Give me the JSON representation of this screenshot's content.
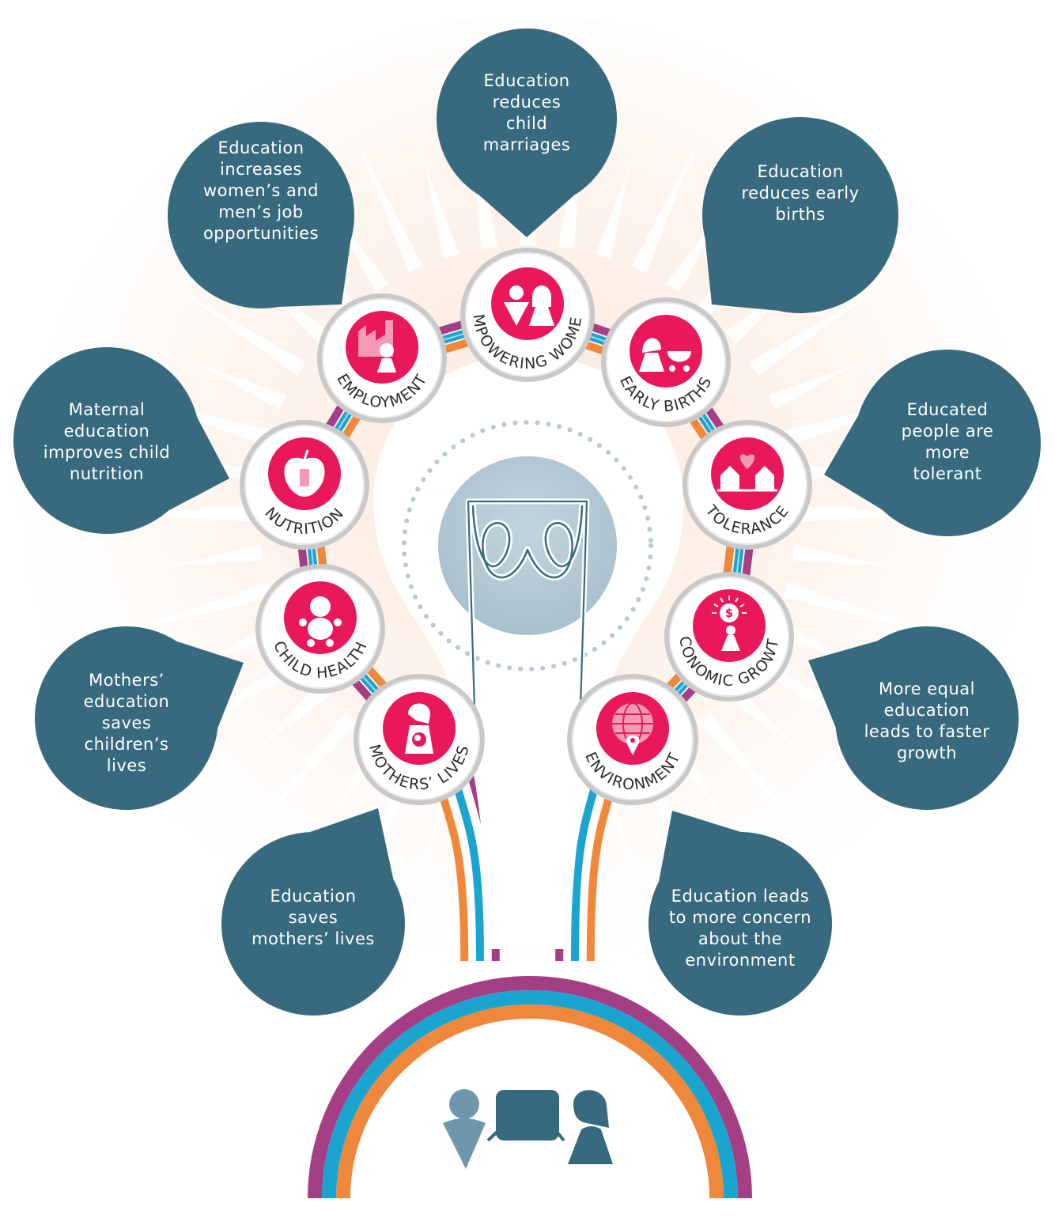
{
  "nodes": [
    {
      "id": "empowering",
      "label": "EMPOWERING WOMEN",
      "icon": "women-icon",
      "text_lines": [
        "Education",
        "reduces",
        "child",
        "marriages"
      ]
    },
    {
      "id": "employment",
      "label": "EMPLOYMENT",
      "icon": "factory-worker-icon",
      "text_lines": [
        "Education",
        "increases",
        "women’s and",
        "men’s job",
        "opportunities"
      ]
    },
    {
      "id": "early-births",
      "label": "EARLY BIRTHS",
      "icon": "mother-pram-icon",
      "text_lines": [
        "Education",
        "reduces early",
        "births"
      ]
    },
    {
      "id": "nutrition",
      "label": "NUTRITION",
      "icon": "apple-icon",
      "text_lines": [
        "Maternal",
        "education",
        "improves child",
        "nutrition"
      ]
    },
    {
      "id": "tolerance",
      "label": "TOLERANCE",
      "icon": "houses-heart-icon",
      "text_lines": [
        "Educated",
        "people are",
        "more",
        "tolerant"
      ]
    },
    {
      "id": "child-health",
      "label": "CHILD HEALTH",
      "icon": "baby-icon",
      "text_lines": [
        "Mothers’",
        "education",
        "saves",
        "children’s",
        "lives"
      ]
    },
    {
      "id": "economic-growth",
      "label": "ECONOMIC GROWTH",
      "icon": "dollar-sun-icon",
      "text_lines": [
        "More equal",
        "education",
        "leads to faster",
        "growth"
      ]
    },
    {
      "id": "mothers-lives",
      "label": "MOTHERS’ LIVES",
      "icon": "pregnant-mother-icon",
      "text_lines": [
        "Education",
        "saves",
        "mothers’ lives"
      ]
    },
    {
      "id": "environment",
      "label": "ENVIRONMENT",
      "icon": "globe-pin-icon",
      "text_lines": [
        "Education leads",
        "to more concern",
        "about the",
        "environment"
      ]
    }
  ],
  "colors": {
    "bubble": "#386a7f",
    "icon_bg": "#e8185a",
    "orange": "#f0883c",
    "blue": "#1aa5d0",
    "purple": "#a43f86",
    "center": "#b9ccd7"
  },
  "center_icon": "bulb-filament-icon",
  "bottom_icon": "teacher-student-desk-icon"
}
